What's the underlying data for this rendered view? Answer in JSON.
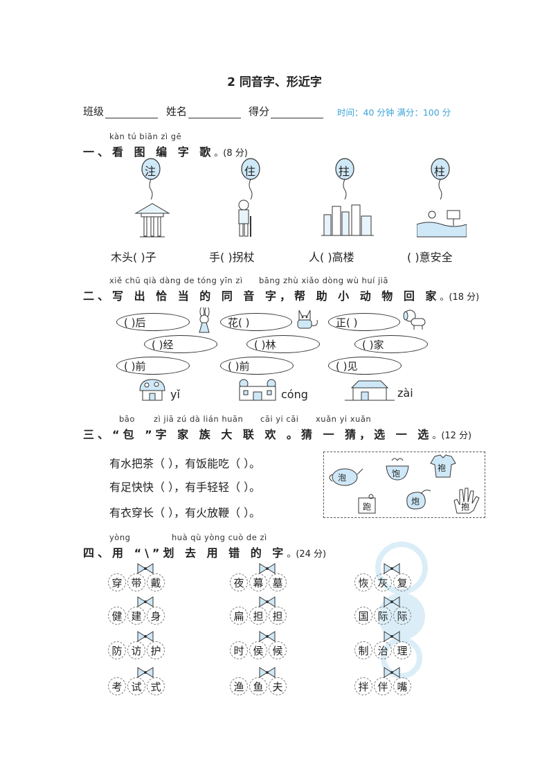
{
  "title": "2  同音字、形近字",
  "info": {
    "class_label": "班级",
    "name_label": "姓名",
    "score_label": "得分",
    "time_text": "时间：40 分钟  满分：100 分"
  },
  "s1": {
    "pinyin": "kàn  tú  biān  zì  gē",
    "label": "一、看 图 编 字 歌",
    "score": "。(8 分)",
    "balloons": [
      "注",
      "住",
      "拄",
      "柱"
    ],
    "phrases": [
      "木头(      )子",
      "手(     )拐杖",
      "人(     )高楼",
      "(      )意安全"
    ]
  },
  "s2": {
    "pinyin1": "xiě chū qià dàng de tóng yīn  zì",
    "pinyin2": "bāng zhù xiǎo dòng wù huí  jiā",
    "label": "二、写 出 恰 当 的 同 音 字，帮 助 小 动 物 回 家",
    "score": "。(18 分)",
    "ovals": [
      "(        )后",
      "花(        )",
      "正(        )",
      "(        )经",
      "(        )林",
      "(        )家",
      "(        )前",
      "(        )前",
      "(        )见"
    ],
    "houses": [
      "yǐ",
      "cóng",
      "zài"
    ]
  },
  "s3": {
    "pinyin1": "bāo",
    "pinyin2": "zì  jiā  zú  dà  lián huān",
    "pinyin3": "cāi  yi  cāi",
    "pinyin4": "xuǎn  yi  xuǎn",
    "label": "三、“包 ”字 家 族 大 联 欢 。猜 一 猜，选 一 选",
    "score": "。(12 分)",
    "lines": [
      "有水把茶（        ），有饭能吃（        ）。",
      "有足快快（        ），有手轻轻（        ）。",
      "有衣穿长（        ），有火放鞭（        ）。"
    ],
    "items": [
      "泡",
      "饱",
      "袍",
      "跑",
      "炮",
      "抱"
    ]
  },
  "s4": {
    "pinyin1": "yòng",
    "pinyin2": "huà qù yòng cuò de  zì",
    "label": "四、用 “\\”划 去 用 错 的 字",
    "score": "。(24 分)",
    "groups": [
      [
        "穿",
        "带",
        "戴"
      ],
      [
        "夜",
        "幕",
        "墓"
      ],
      [
        "恢",
        "灰",
        "复"
      ],
      [
        "健",
        "建",
        "身"
      ],
      [
        "扁",
        "担",
        "担"
      ],
      [
        "国",
        "际",
        "际"
      ],
      [
        "防",
        "访",
        "护"
      ],
      [
        "时",
        "侯",
        "候"
      ],
      [
        "制",
        "治",
        "理"
      ],
      [
        "考",
        "试",
        "式"
      ],
      [
        "渔",
        "鱼",
        "夫"
      ],
      [
        "拌",
        "伴",
        "嘴"
      ]
    ]
  }
}
